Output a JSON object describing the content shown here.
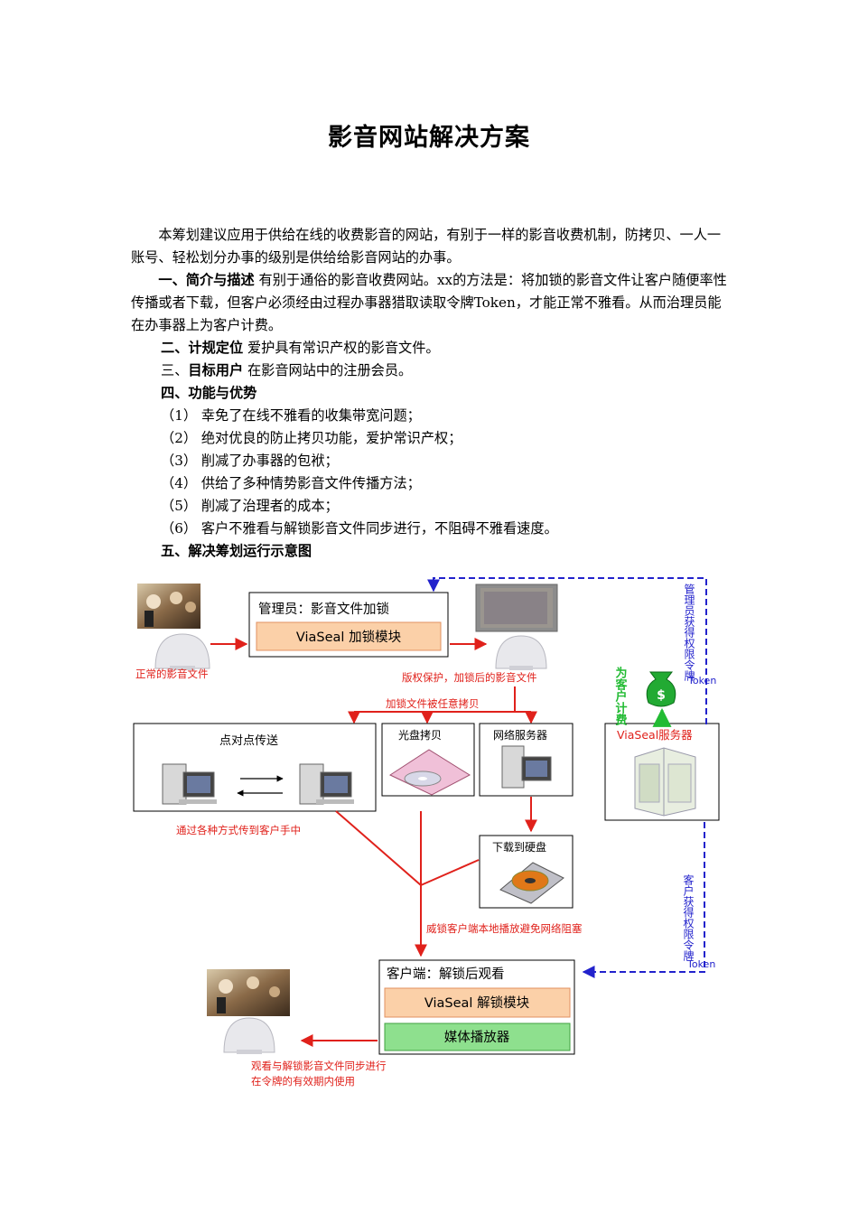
{
  "doc": {
    "title": "影音网站解决方案",
    "intro": "本筹划建议应用于供给在线的收费影音的网站，有别于一样的影音收费机制，防拷贝、一人一账号、轻松划分办事的级别是供给给影音网站的办事。",
    "s1_head": "一、简介与描述",
    "s1_text": " 有别于通俗的影音收费网站。xx的方法是：将加锁的影音文件让客户随便率性传播或者下载，但客户必须经由过程办事器猎取读取令牌Token，才能正常不雅看。从而治理员能在办事器上为客户计费。",
    "s2_head": "二、计规定位",
    "s2_text": " 爱护具有常识产权的影音文件。",
    "s3_prefix": "三、",
    "s3_head": "目标用户",
    "s3_text": " 在影音网站中的注册会员。",
    "s4_head": "四、功能与优势",
    "items": [
      "（1） 幸免了在线不雅看的收集带宽问题；",
      "（2） 绝对优良的防止拷贝功能，爱护常识产权；",
      "（3） 削减了办事器的包袱；",
      "（4） 供给了多种情势影音文件传播方法；",
      "（5） 削减了治理者的成本；",
      "（6） 客户不雅看与解锁影音文件同步进行，不阻碍不雅看速度。"
    ],
    "s5_head": "五、解决筹划运行示意图"
  },
  "diagram": {
    "admin_title": "管理员：影音文件加锁",
    "lock_module": "ViaSeal 加锁模块",
    "normal_file": "正常的影音文件",
    "protected_file": "版权保护，加锁后的影音文件",
    "copy_note": "加锁文件被任意拷贝",
    "p2p_title": "点对点传送",
    "cd_title": "光盘拷贝",
    "net_title": "网络服务器",
    "server_title": "ViaSeal服务器",
    "fee_label": "为客户计费",
    "admin_token": "管理员获得权限令牌",
    "token": "Token",
    "client_token": "客户获得权限令牌",
    "via_channels": "通过各种方式传到客户手中",
    "download_title": "下载到硬盘",
    "local_play": "威锁客户端本地播放避免网络阻塞",
    "client_title": "客户端：解锁后观看",
    "unlock_module": "ViaSeal 解锁模块",
    "player": "媒体播放器",
    "sync_note_1": "观看与解锁影音文件同步进行",
    "sync_note_2": "在令牌的有效期内使用",
    "colors": {
      "red": "#e0211b",
      "blue": "#2222cc",
      "green": "#22bb33",
      "module_orange": "#fbd0a8",
      "module_green": "#8ee08e"
    }
  }
}
